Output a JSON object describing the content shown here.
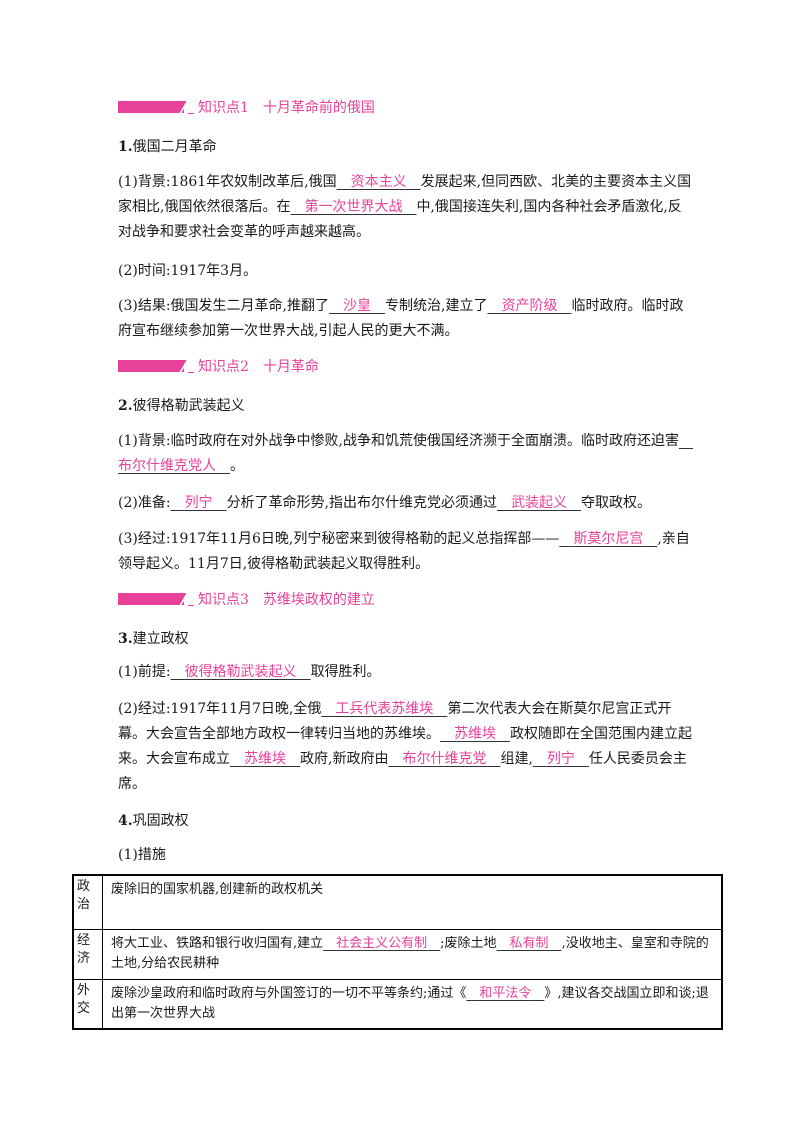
{
  "kp1": {
    "label": "知识点1",
    "title": "十月革命前的俄国"
  },
  "s1": {
    "num": "1.",
    "title": "俄国二月革命",
    "bg_a": "(1)背景:1861年农奴制改革后,俄国",
    "bg_ans1": "资本主义",
    "bg_b": "发展起来,但同西欧、北美的主要资本主义国家相比,俄国依然很落后。在",
    "bg_ans2": "第一次世界大战",
    "bg_c": "中,俄国接连失利,国内各种社会矛盾激化,反对战争和要求社会变革的呼声越来越高。",
    "time": "(2)时间:1917年3月。",
    "res_a": "(3)结果:俄国发生二月革命,推翻了",
    "res_ans1": "沙皇",
    "res_b": "专制统治,建立了",
    "res_ans2": "资产阶级",
    "res_c": "临时政府。临时政府宣布继续参加第一次世界大战,引起人民的更大不满。"
  },
  "kp2": {
    "label": "知识点2",
    "title": "十月革命"
  },
  "s2": {
    "num": "2.",
    "title": "彼得格勒武装起义",
    "bg_a": "(1)背景:临时政府在对外战争中惨败,战争和饥荒使俄国经济濒于全面崩溃。临时政府还迫害",
    "bg_ans": "布尔什维克党人",
    "bg_b": "。",
    "prep_a": "(2)准备:",
    "prep_ans1": "列宁",
    "prep_b": "分析了革命形势,指出布尔什维克党必须通过",
    "prep_ans2": "武装起义",
    "prep_c": "夺取政权。",
    "proc_a": "(3)经过:1917年11月6日晚,列宁秘密来到彼得格勒的起义总指挥部——",
    "proc_ans": "斯莫尔尼宫",
    "proc_b": ",亲自领导起义。11月7日,彼得格勒武装起义取得胜利。"
  },
  "kp3": {
    "label": "知识点3",
    "title": "苏维埃政权的建立"
  },
  "s3": {
    "num": "3.",
    "title": "建立政权",
    "pre_a": "(1)前提:",
    "pre_ans": "彼得格勒武装起义",
    "pre_b": "取得胜利。",
    "proc_a": "(2)经过:1917年11月7日晚,全俄",
    "proc_ans1": "工兵代表苏维埃",
    "proc_b": "第二次代表大会在斯莫尔尼宫正式开幕。大会宣告全部地方政权一律转归当地的苏维埃。",
    "proc_ans2": "苏维埃",
    "proc_c": "政权随即在全国范围内建立起来。大会宣布成立",
    "proc_ans3": "苏维埃",
    "proc_d": "政府,新政府由",
    "proc_ans4": "布尔什维克党",
    "proc_e": "组建,",
    "proc_ans5": "列宁",
    "proc_f": "任人民委员会主席。"
  },
  "s4": {
    "num": "4.",
    "title": "巩固政权",
    "sub": "(1)措施"
  },
  "table": {
    "r1_label": "政治",
    "r1_text": "废除旧的国家机器,创建新的政权机关",
    "r2_label": "经济",
    "r2_a": "将大工业、铁路和银行收归国有,建立",
    "r2_ans1": "社会主义公有制",
    "r2_b": ";废除土地",
    "r2_ans2": "私有制",
    "r2_c": ",没收地主、皇室和寺院的土地,分给农民耕种",
    "r3_label": "外交",
    "r3_a": "废除沙皇政府和临时政府与外国签订的一切不平等条约;通过《",
    "r3_ans": "和平法令",
    "r3_b": "》,建议各交战国立即和谈;退出第一次世界大战"
  },
  "colors": {
    "accent": "#e8419a"
  }
}
